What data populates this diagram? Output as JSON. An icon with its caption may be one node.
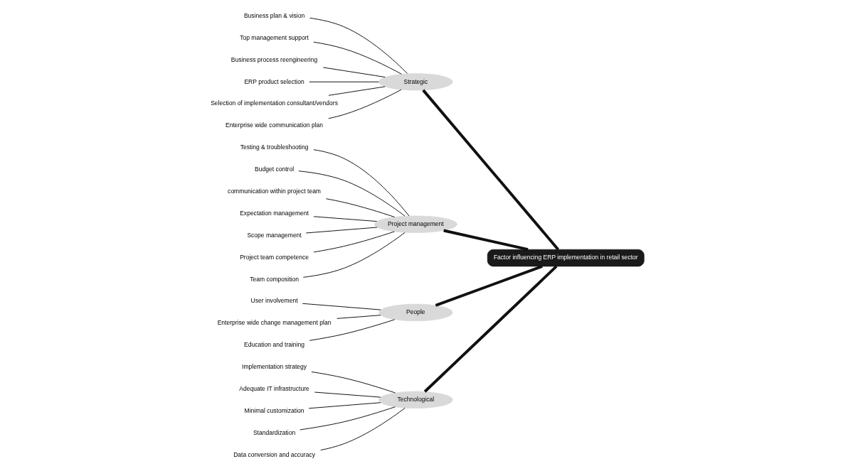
{
  "diagram": {
    "nodes": [
      {
        "text": [
          "Technological"
        ]
      },
      {
        "text": [
          "Strategic"
        ]
      },
      {
        "text": [
          "Factor influencing ERP implementation in retail sector"
        ]
      },
      {
        "text": [
          "Project management"
        ]
      },
      {
        "text": [
          "People"
        ]
      },
      {
        "text": [
          "Implementation strategy"
        ]
      },
      {
        "text": [
          "Adequate IT infrastructure"
        ]
      },
      {
        "text": [
          "Minimal customization"
        ]
      },
      {
        "text": [
          "Standardization"
        ]
      },
      {
        "text": [
          "Data conversion and accuracy"
        ]
      },
      {
        "text": [
          "Business plan & vision"
        ]
      },
      {
        "text": [
          "Top management support"
        ]
      },
      {
        "text": [
          "Business process reengineering"
        ]
      },
      {
        "text": [
          "ERP product selection"
        ]
      },
      {
        "text": [
          "Selection of implementation consultant/vendors"
        ]
      },
      {
        "text": [
          "Enterprise wide communication plan"
        ]
      },
      {
        "text": [
          "Testing & troubleshooting"
        ]
      },
      {
        "text": [
          "Budget control"
        ]
      },
      {
        "text": [
          "communication within project team"
        ]
      },
      {
        "text": [
          "Expectation management"
        ]
      },
      {
        "text": [
          "Scope management"
        ]
      },
      {
        "text": [
          "Project team competence"
        ]
      },
      {
        "text": [
          "Team composition"
        ]
      },
      {
        "text": [
          "User involvement"
        ]
      },
      {
        "text": [
          "Enterprise wide change management plan"
        ]
      },
      {
        "text": [
          "Education and training"
        ]
      }
    ],
    "edges": [
      {
        "from": 0,
        "to": 2,
        "arrow": "none",
        "style": "thick"
      },
      {
        "from": 1,
        "to": 2,
        "arrow": "none",
        "style": "thick"
      },
      {
        "from": 3,
        "to": 2,
        "arrow": "none",
        "style": "thick"
      },
      {
        "from": 4,
        "to": 2,
        "arrow": "none",
        "style": "thick"
      },
      {
        "from": 5,
        "to": 0,
        "arrow": "none"
      },
      {
        "from": 6,
        "to": 0,
        "arrow": "none"
      },
      {
        "from": 7,
        "to": 0,
        "arrow": "none"
      },
      {
        "from": 8,
        "to": 0,
        "arrow": "none"
      },
      {
        "from": 9,
        "to": 0,
        "arrow": "none"
      },
      {
        "from": 10,
        "to": 1,
        "arrow": "none"
      },
      {
        "from": 11,
        "to": 1,
        "arrow": "none"
      },
      {
        "from": 12,
        "to": 1,
        "arrow": "none"
      },
      {
        "from": 13,
        "to": 1,
        "arrow": "none"
      },
      {
        "from": 14,
        "to": 1,
        "arrow": "none"
      },
      {
        "from": 15,
        "to": 1,
        "arrow": "none"
      },
      {
        "from": 16,
        "to": 3,
        "arrow": "none"
      },
      {
        "from": 17,
        "to": 3,
        "arrow": "none"
      },
      {
        "from": 18,
        "to": 3,
        "arrow": "none"
      },
      {
        "from": 19,
        "to": 3,
        "arrow": "none"
      },
      {
        "from": 20,
        "to": 3,
        "arrow": "none"
      },
      {
        "from": 21,
        "to": 3,
        "arrow": "none"
      },
      {
        "from": 22,
        "to": 3,
        "arrow": "none"
      },
      {
        "from": 23,
        "to": 4,
        "arrow": "none"
      },
      {
        "from": 24,
        "to": 4,
        "arrow": "none"
      },
      {
        "from": 25,
        "to": 4,
        "arrow": "none"
      }
    ]
  }
}
